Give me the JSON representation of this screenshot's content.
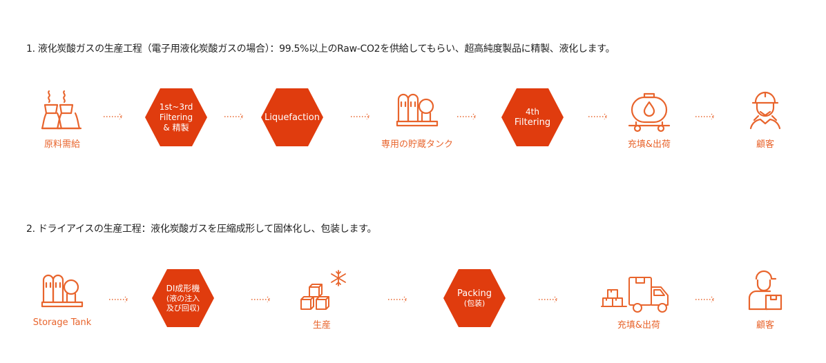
{
  "section1": {
    "heading": "1. 液化炭酸ガスの生産工程（電子用液化炭酸ガスの場合）：99.5%以上のRaw-CO2を供給してもらい、超高純度製品に精製、液化します。",
    "steps": [
      {
        "label": "原料需給",
        "icon": "factory-icon"
      },
      {
        "lines": [
          "1st~3rd",
          "Filtering",
          "& 精製"
        ]
      },
      {
        "lines": [
          "Liquefaction"
        ]
      },
      {
        "label": "専用の貯蔵タンク",
        "icon": "storage-tank-icon"
      },
      {
        "lines": [
          "4th",
          "Filtering"
        ]
      },
      {
        "label": "充填&出荷",
        "icon": "tanker-icon"
      },
      {
        "label": "顧客",
        "icon": "worker-icon"
      }
    ]
  },
  "section2": {
    "heading": "2. ドライアイスの生産工程：液化炭酸ガスを圧縮成形して固体化し、包装します。",
    "steps": [
      {
        "label": "Storage Tank",
        "icon": "storage-tank-icon"
      },
      {
        "lines": [
          "DI成形機",
          "(液の注入",
          "及び回収)"
        ]
      },
      {
        "label": "生産",
        "icon": "ice-blocks-icon"
      },
      {
        "lines": [
          "Packing",
          "(包装)"
        ]
      },
      {
        "label": "充填&出荷",
        "icon": "delivery-truck-icon"
      },
      {
        "label": "顧客",
        "icon": "worker-box-icon"
      }
    ]
  },
  "colors": {
    "accent": "#e8642c",
    "hexagon": "#e03c0e",
    "text": "#222222"
  }
}
